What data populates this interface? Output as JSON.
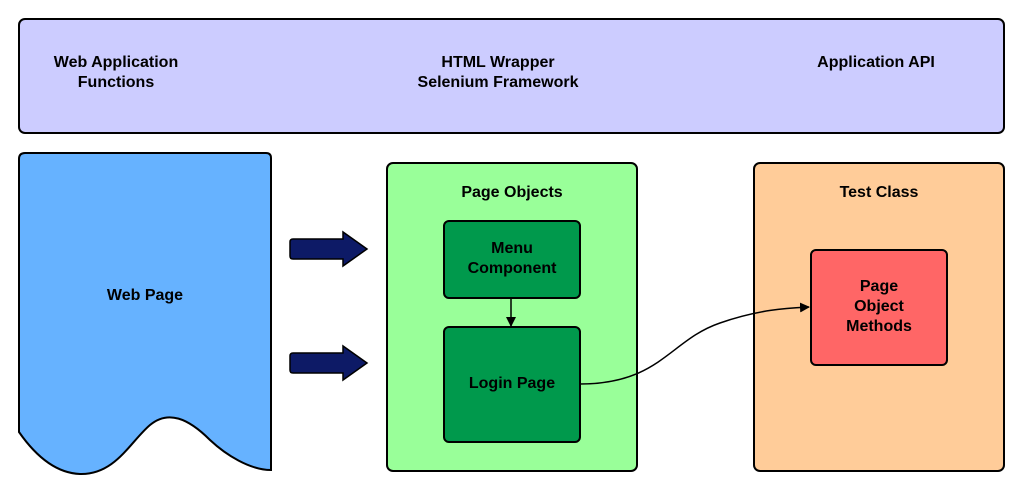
{
  "top_band": {
    "left_label": [
      "Web Application",
      "Functions"
    ],
    "center_label": [
      "HTML Wrapper",
      "Selenium Framework"
    ],
    "right_label": [
      "Application API"
    ]
  },
  "web_page": {
    "label": "Web Page"
  },
  "page_objects": {
    "title": "Page Objects",
    "menu_component": [
      "Menu",
      "Component"
    ],
    "login_page": "Login Page"
  },
  "test_class": {
    "title": "Test Class",
    "page_object_methods": [
      "Page",
      "Object",
      "Methods"
    ]
  },
  "colors": {
    "top_band": "#ccccff",
    "web_page": "#66b2ff",
    "page_objects": "#99ff99",
    "inner_boxes": "#00994c",
    "test_class": "#ffcc99",
    "methods_box": "#ff6666",
    "block_arrow": "#0d1a66"
  }
}
